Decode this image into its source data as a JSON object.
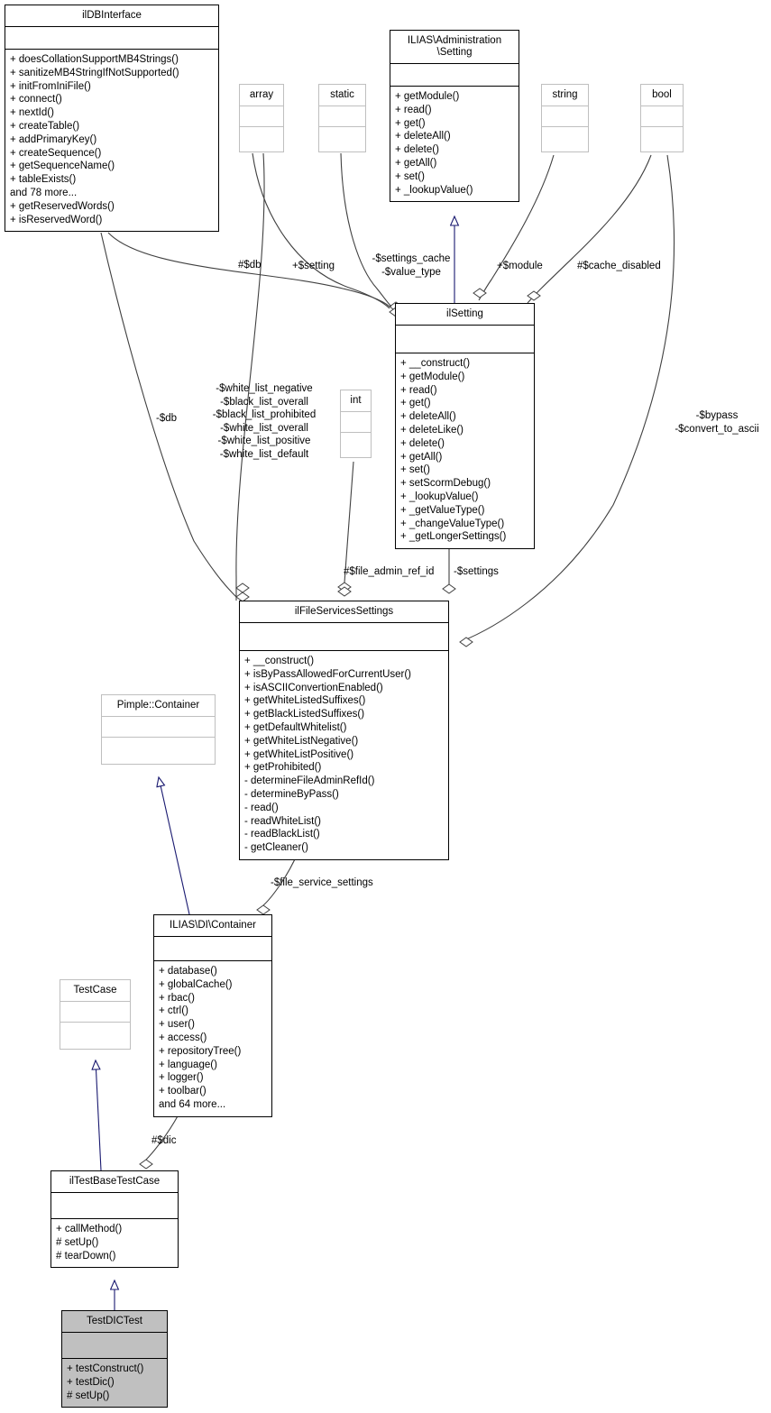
{
  "diagram": {
    "type": "uml-class-diagram",
    "classes": [
      {
        "id": "ilDBInterface",
        "name": "ilDBInterface",
        "attributes": [],
        "methods": [
          "+ doesCollationSupportMB4Strings()",
          "+ sanitizeMB4StringIfNotSupported()",
          "+ initFromIniFile()",
          "+ connect()",
          "+ nextId()",
          "+ createTable()",
          "+ addPrimaryKey()",
          "+ createSequence()",
          "+ getSequenceName()",
          "+ tableExists()",
          "and 78 more...",
          "+ getReservedWords()",
          "+ isReservedWord()"
        ]
      },
      {
        "id": "array",
        "name": "array",
        "attributes": [],
        "methods": []
      },
      {
        "id": "static",
        "name": "static",
        "attributes": [],
        "methods": []
      },
      {
        "id": "Setting",
        "name": "ILIAS\\Administration\n\\Setting",
        "attributes": [],
        "methods": [
          "+ getModule()",
          "+ read()",
          "+ get()",
          "+ deleteAll()",
          "+ delete()",
          "+ getAll()",
          "+ set()",
          "+ _lookupValue()"
        ]
      },
      {
        "id": "string",
        "name": "string",
        "attributes": [],
        "methods": []
      },
      {
        "id": "bool",
        "name": "bool",
        "attributes": [],
        "methods": []
      },
      {
        "id": "ilSetting",
        "name": "ilSetting",
        "attributes": [],
        "methods": [
          "+ __construct()",
          "+ getModule()",
          "+ read()",
          "+ get()",
          "+ deleteAll()",
          "+ deleteLike()",
          "+ delete()",
          "+ getAll()",
          "+ set()",
          "+ setScormDebug()",
          "+ _lookupValue()",
          "+ _getValueType()",
          "+ _changeValueType()",
          "+ _getLongerSettings()"
        ]
      },
      {
        "id": "int",
        "name": "int",
        "attributes": [],
        "methods": []
      },
      {
        "id": "ilFileServicesSettings",
        "name": "ilFileServicesSettings",
        "attributes": [],
        "methods": [
          "+ __construct()",
          "+ isByPassAllowedForCurrentUser()",
          "+ isASCIIConvertionEnabled()",
          "+ getWhiteListedSuffixes()",
          "+ getBlackListedSuffixes()",
          "+ getDefaultWhitelist()",
          "+ getWhiteListNegative()",
          "+ getWhiteListPositive()",
          "+ getProhibited()",
          "- determineFileAdminRefId()",
          "- determineByPass()",
          "- read()",
          "- readWhiteList()",
          "- readBlackList()",
          "- getCleaner()"
        ]
      },
      {
        "id": "PimpleContainer",
        "name": "Pimple::Container",
        "attributes": [],
        "methods": []
      },
      {
        "id": "DIContainer",
        "name": "ILIAS\\DI\\Container",
        "attributes": [],
        "methods": [
          "+ database()",
          "+ globalCache()",
          "+ rbac()",
          "+ ctrl()",
          "+ user()",
          "+ access()",
          "+ repositoryTree()",
          "+ language()",
          "+ logger()",
          "+ toolbar()",
          "and 64 more..."
        ]
      },
      {
        "id": "TestCase",
        "name": "TestCase",
        "attributes": [],
        "methods": []
      },
      {
        "id": "ilTestBaseTestCase",
        "name": "ilTestBaseTestCase",
        "attributes": [],
        "methods": [
          "+ callMethod()",
          "# setUp()",
          "# tearDown()"
        ]
      },
      {
        "id": "TestDICTest",
        "name": "TestDICTest",
        "attributes": [],
        "methods": [
          "+ testConstruct()",
          "+ testDic()",
          "# setUp()"
        ]
      }
    ],
    "edge_labels": [
      {
        "id": "db_hash",
        "text": "#$db"
      },
      {
        "id": "setting",
        "text": "+$setting"
      },
      {
        "id": "settings_cache",
        "text": "-$settings_cache\n-$value_type"
      },
      {
        "id": "module",
        "text": "+$module"
      },
      {
        "id": "cache_disabled",
        "text": "#$cache_disabled"
      },
      {
        "id": "db_dash",
        "text": "-$db"
      },
      {
        "id": "white_black_lists",
        "text": "-$white_list_negative\n-$black_list_overall\n-$black_list_prohibited\n-$white_list_overall\n-$white_list_positive\n-$white_list_default"
      },
      {
        "id": "bypass",
        "text": "-$bypass\n-$convert_to_ascii"
      },
      {
        "id": "file_admin_ref_id",
        "text": "#$file_admin_ref_id"
      },
      {
        "id": "settings",
        "text": "-$settings"
      },
      {
        "id": "file_service_settings",
        "text": "-$file_service_settings"
      },
      {
        "id": "dic",
        "text": "#$dic"
      }
    ],
    "colors": {
      "box_border": "#000000",
      "box_border_external": "#bfbfbf",
      "box_fill_focus": "#c0c0c0",
      "edge_association": "#404040",
      "edge_inheritance": "#191970",
      "background": "#ffffff"
    }
  }
}
